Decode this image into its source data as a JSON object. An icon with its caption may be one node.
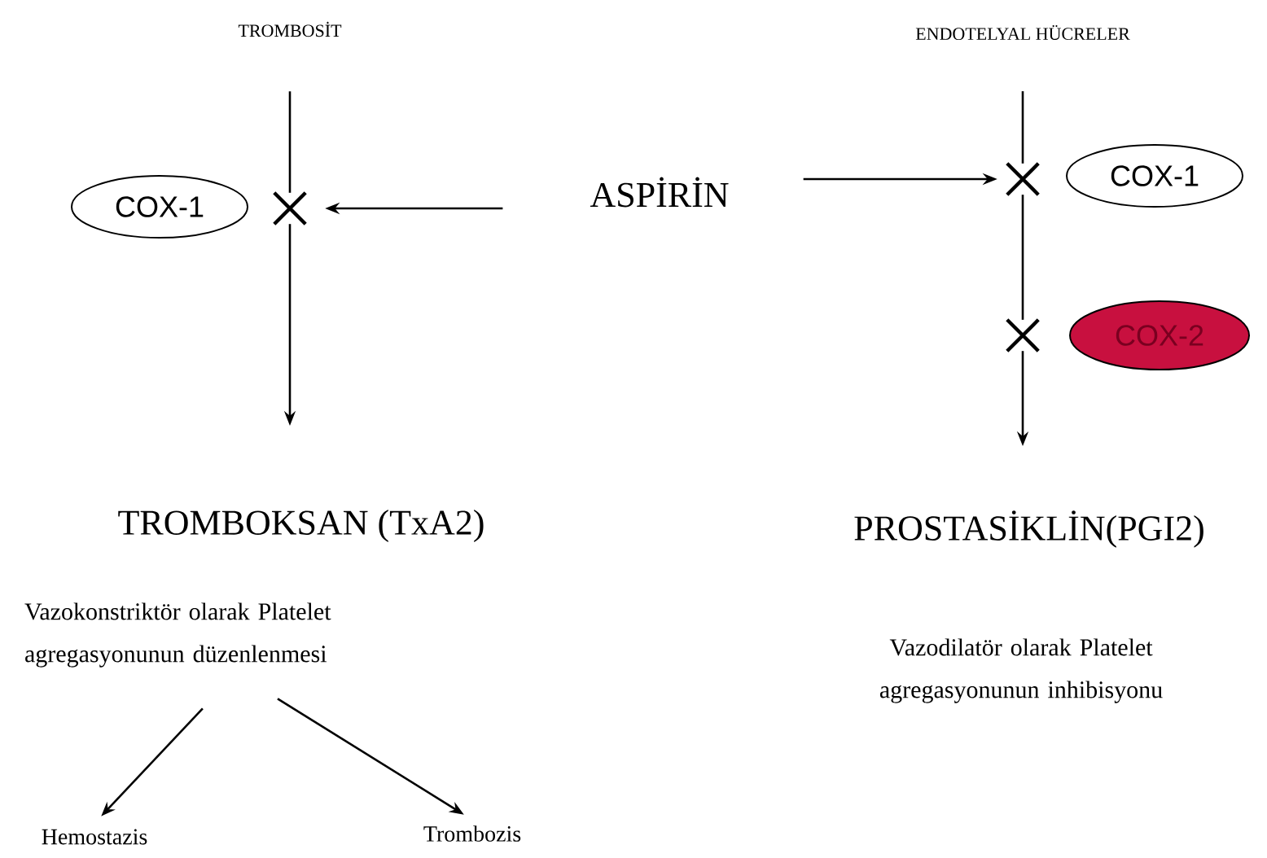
{
  "diagram": {
    "nodes": [
      {
        "text": [
          "TROMBOSİT"
        ]
      },
      {
        "text": [
          "ENDOTELYAL HÜCRELER"
        ]
      },
      {
        "text": [
          "COX-1"
        ]
      },
      {
        "text": [],
        "shape": "cross"
      },
      {
        "text": [
          "ASPİRİN"
        ]
      },
      {
        "text": [],
        "shape": "cross"
      },
      {
        "text": [
          "COX-1"
        ]
      },
      {
        "text": [],
        "shape": "cross"
      },
      {
        "text": [
          "COX-2"
        ]
      },
      {
        "text": [
          "TROMBOKSAN (TxA2)"
        ]
      },
      {
        "text": [
          "PROSTASİKLİN(PGI2)"
        ]
      },
      {
        "text": [
          "Vazokonstriktör olarak Platelet agregasyonunun düzenlenmesi"
        ]
      },
      {
        "text": [
          "Vazodilatör olarak Platelet agregasyonunun inhibisyonu"
        ]
      },
      {
        "text": [
          "Hemostazis"
        ]
      },
      {
        "text": [
          "Trombozis"
        ]
      }
    ],
    "edges": [
      {
        "from": 0,
        "to": 3,
        "arrow": "none"
      },
      {
        "from": 3,
        "to": 9,
        "arrow": "to"
      },
      {
        "from": 1,
        "to": 5,
        "arrow": "none"
      },
      {
        "from": 5,
        "to": 7,
        "arrow": "none"
      },
      {
        "from": 7,
        "to": 10,
        "arrow": "to"
      },
      {
        "from": 4,
        "to": 3,
        "arrow": "to"
      },
      {
        "from": 4,
        "to": 5,
        "arrow": "to"
      },
      {
        "from": 11,
        "to": 13,
        "arrow": "to"
      },
      {
        "from": 11,
        "to": 14,
        "arrow": "to"
      }
    ]
  }
}
